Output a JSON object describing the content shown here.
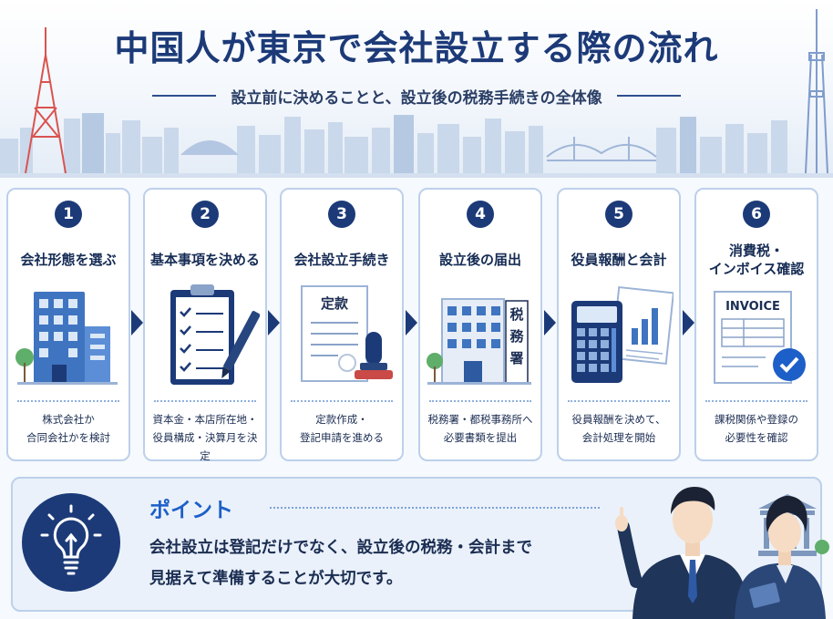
{
  "header": {
    "title": "中国人が東京で会社設立する際の流れ",
    "subtitle": "設立前に決めることと、設立後の税務手続きの全体像"
  },
  "steps": [
    {
      "number": "1",
      "title": "会社形態を選ぶ",
      "description_lines": [
        "株式会社か",
        "合同会社かを検討"
      ]
    },
    {
      "number": "2",
      "title": "基本事項を決める",
      "description_lines": [
        "資本金・本店所在地・",
        "役員構成・決算月を決定"
      ]
    },
    {
      "number": "3",
      "title": "会社設立手続き",
      "illustration_text": "定款",
      "description_lines": [
        "定款作成・",
        "登記申請を進める"
      ]
    },
    {
      "number": "4",
      "title": "設立後の届出",
      "illustration_text": "税務署",
      "description_lines": [
        "税務署・都税事務所へ",
        "必要書類を提出"
      ]
    },
    {
      "number": "5",
      "title": "役員報酬と会計",
      "description_lines": [
        "役員報酬を決めて、",
        "会計処理を開始"
      ]
    },
    {
      "number": "6",
      "title_lines": [
        "消費税・",
        "インボイス確認"
      ],
      "illustration_text": "INVOICE",
      "description_lines": [
        "課税関係や登録の",
        "必要性を確認"
      ]
    }
  ],
  "point": {
    "title": "ポイント",
    "text_lines": [
      "会社設立は登記だけでなく、設立後の税務・会計まで",
      "見据えて準備することが大切です。"
    ]
  },
  "colors": {
    "navy": "#1c3a78",
    "accent_blue": "#1c5fc8",
    "card_border": "#bcd0ea",
    "panel_bg": "#eaf1fa",
    "tower_red": "#d9534f"
  },
  "icons": [
    "tokyo-tower-icon",
    "skytree-icon",
    "office-building-icon",
    "clipboard-checklist-icon",
    "document-seal-icon",
    "tax-office-building-icon",
    "calculator-chart-icon",
    "invoice-check-icon",
    "lightbulb-icon",
    "business-people-icon",
    "bank-building-icon"
  ]
}
